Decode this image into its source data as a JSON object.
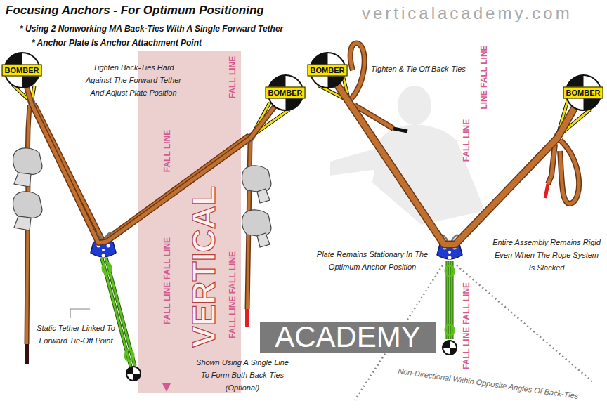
{
  "diagram": {
    "title": "Focusing Anchors - For Optimum Positioning",
    "nodes": [
      {
        "text": [
          "BOMBER"
        ]
      },
      {
        "text": [
          "BOMBER"
        ]
      },
      {
        "text": [
          "BOMBER"
        ]
      },
      {
        "text": [
          "BOMBER"
        ]
      }
    ],
    "edges": [
      {
        "from": 0,
        "to": 1,
        "arrow": "none"
      },
      {
        "from": 2,
        "to": 3,
        "arrow": "none"
      }
    ],
    "labels": [
      "* Using 2 Nonworking MA Back-Ties With A Single Forward Tether",
      "* Anchor Plate Is Anchor Attachment Point",
      "verticalacademy.com",
      "Tighten Back-Ties Hard Against The Forward Tether And Adjust Plate Position",
      "Static Tether Linked To Forward Tie-Off Point",
      "Shown Using A Single Line To Form Both Back-Ties (Optional)",
      "Tighten & Tie Off Back-Ties",
      "Plate Remains Stationary In The Optimum Anchor Position",
      "Entire Assembly Remains Rigid Even When The Rope System Is Slacked",
      "Non-Directional Within Opposite Angles Of Back-Ties",
      "VERTICAL",
      "ACADEMY",
      "FALL LINE",
      "FALL LINE FALL LINE",
      "FALL LINE",
      "FALL LINE FALL LINE",
      "FALL LINE",
      "FALL LINE FALL LINE",
      "LINE FALL LINE"
    ]
  }
}
